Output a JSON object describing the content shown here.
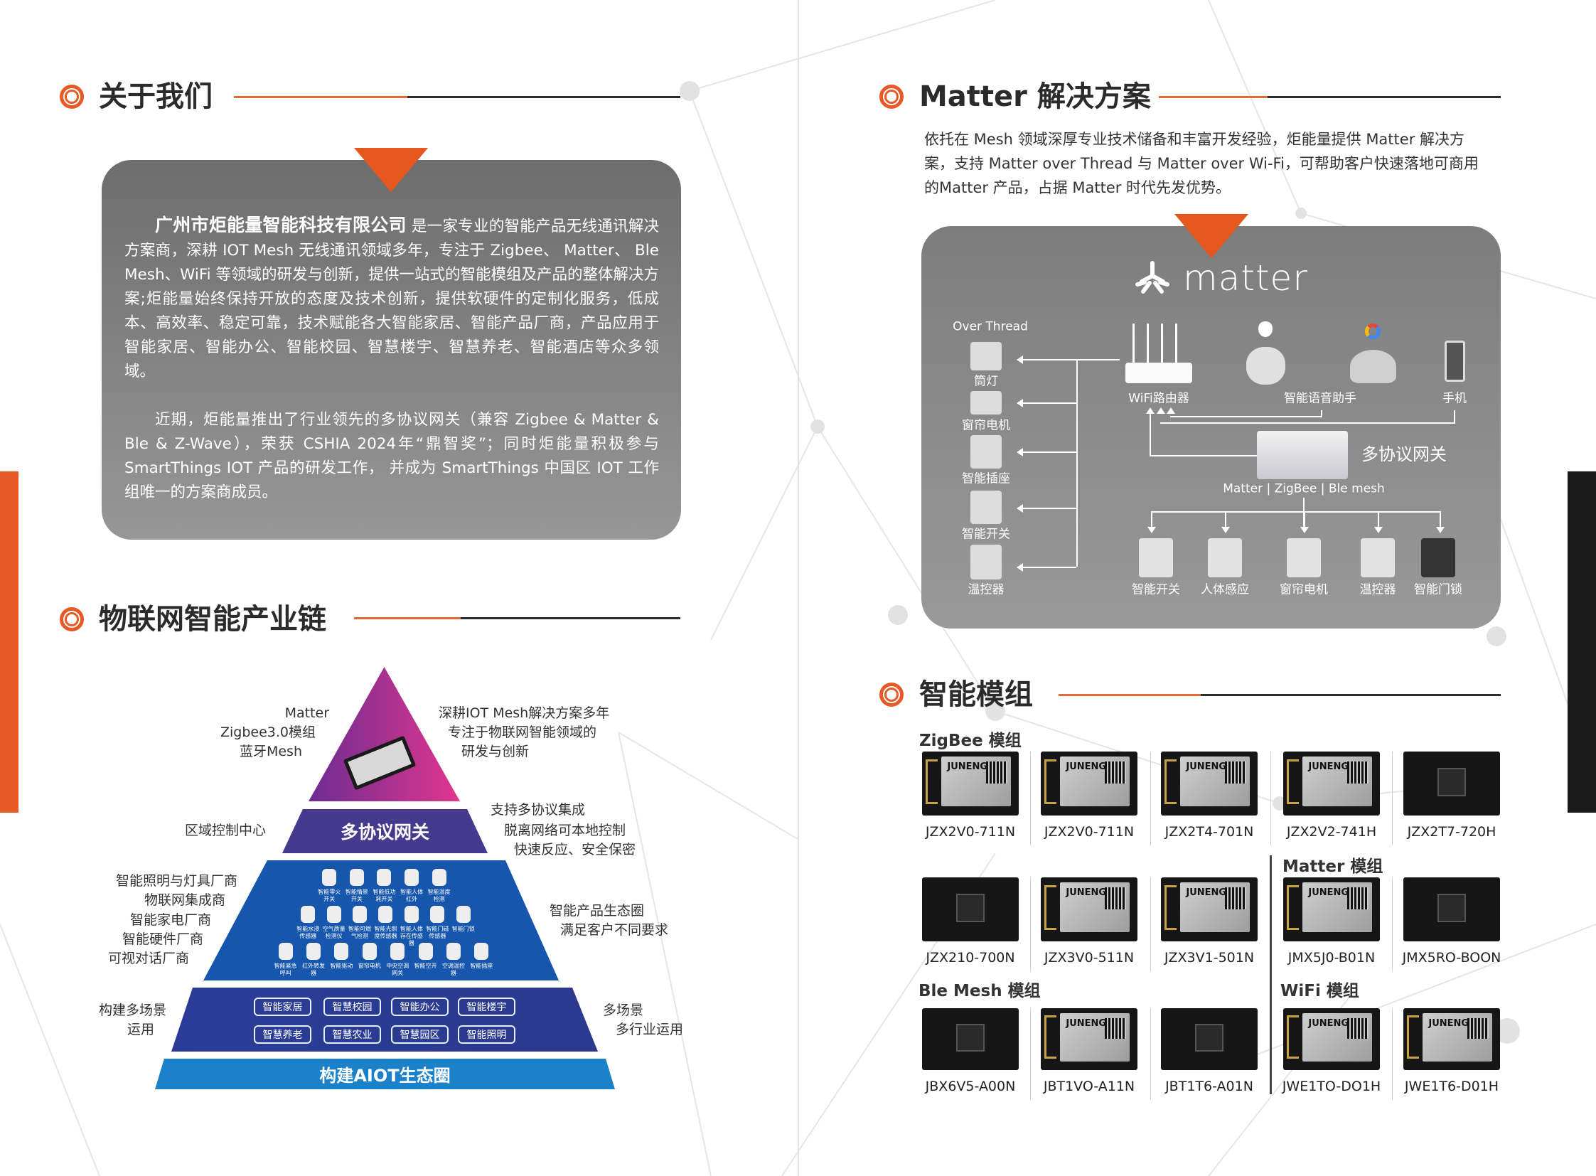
{
  "about": {
    "title": "关于我们",
    "company": "广州市炬能量智能科技有限公司",
    "p1": "是一家专业的智能产品无线通讯解决方案商，深耕 IOT Mesh 无线通讯领域多年，专注于 Zigbee、 Matter、 Ble Mesh、WiFi 等领域的研发与创新，提供一站式的智能模组及产品的整体解决方案;炬能量始终保持开放的态度及技术创新，提供软硬件的定制化服务，低成本、高效率、稳定可靠，技术赋能各大智能家居、智能产品厂商，产品应用于智能家居、智能办公、智能校园、智慧楼宇、智慧养老、智能酒店等众多领域。",
    "p2": "近期，炬能量推出了行业领先的多协议网关（兼容 Zigbee & Matter & Ble & Z-Wave），荣获 CSHIA 2024年“鼎智奖”；同时炬能量积极参与 SmartThings IOT 产品的研发工作， 并成为 SmartThings 中国区 IOT 工作组唯一的方案商成员。"
  },
  "chain": {
    "title": "物联网智能产业链",
    "top_left": [
      "Matter",
      "Zigbee3.0模组",
      "蓝牙Mesh"
    ],
    "top_right": [
      "深耕IOT Mesh解决方案多年",
      "专注于物联网智能领域的",
      "研发与创新"
    ],
    "gateway_label": "多协议网关",
    "gateway_left": "区域控制中心",
    "gateway_right": [
      "支持多协议集成",
      "脱离网络可本地控制",
      "快速反应、安全保密"
    ],
    "products_left": [
      "智能照明与灯具厂商",
      "物联网集成商",
      "智能家电厂商",
      "智能硬件厂商",
      "可视对话厂商"
    ],
    "products_right": [
      "智能产品生态圈",
      "满足客户不同要求"
    ],
    "product_rows": [
      [
        "智能零火开关",
        "智能情景开关",
        "智能低功耗开关",
        "智能人体红外",
        "智能温度检测"
      ],
      [
        "智能水浸传感器",
        "空气质量检测仪",
        "智能可燃气检测",
        "智能光照度传感器",
        "智能人体存在传感器",
        "智能门磁传感器",
        "智能门锁"
      ],
      [
        "智能紧急呼叫",
        "红外转发器",
        "智能驱动",
        "窗帘电机",
        "中央空调网关",
        "智能空开",
        "空调温控器",
        "智能插座"
      ]
    ],
    "scenes": [
      "智能家居",
      "智慧校园",
      "智能办公",
      "智能楼宇",
      "智慧养老",
      "智慧农业",
      "智慧园区",
      "智能照明"
    ],
    "scenes_left": [
      "构建多场景",
      "运用"
    ],
    "scenes_right": [
      "多场景",
      "多行业运用"
    ],
    "base": "构建AIOT生态圈"
  },
  "matter": {
    "title": "Matter 解决方案",
    "desc": "依托在 Mesh 领域深厚专业技术储备和丰富开发经验，炬能量提供 Matter 解决方案，支持 Matter over Thread 与 Matter over Wi-Fi，可帮助客户快速落地可商用的Matter 产品，占据 Matter 时代先发优势。",
    "logo_text": "matter",
    "over_thread": "Over Thread",
    "left_devices": [
      "筒灯",
      "窗帘电机",
      "智能插座",
      "智能开关",
      "温控器"
    ],
    "router": "WiFi路由器",
    "voice": "智能语音助手",
    "phone": "手机",
    "gateway": "多协议网关",
    "protocols": "Matter | ZigBee | Ble mesh",
    "bottom_devices": [
      "智能开关",
      "人体感应",
      "窗帘电机",
      "温控器",
      "智能门锁"
    ]
  },
  "modules": {
    "title": "智能模组",
    "chip_brand": "JUNENG",
    "zigbee_title": "ZigBee 模组",
    "matter_title": "Matter 模组",
    "ble_title": "Ble Mesh 模组",
    "wifi_title": "WiFi 模组",
    "row1": [
      "JZX2V0-711N",
      "JZX2V0-711N",
      "JZX2T4-701N",
      "JZX2V2-741H",
      "JZX2T7-720H"
    ],
    "row2": [
      "JZX210-700N",
      "JZX3V0-511N",
      "JZX3V1-501N",
      "JMX5J0-B01N",
      "JMX5RO-BOON"
    ],
    "row3": [
      "JBX6V5-A00N",
      "JBT1VO-A11N",
      "JBT1T6-A01N",
      "JWE1TO-DO1H",
      "JWE1T6-D01H"
    ]
  },
  "colors": {
    "accent": "#e55a26",
    "pyramid_top": "#7a2b93",
    "gateway": "#463a8f",
    "products": "#1656ad",
    "scenes": "#2b3a93",
    "base": "#1b82c9"
  }
}
